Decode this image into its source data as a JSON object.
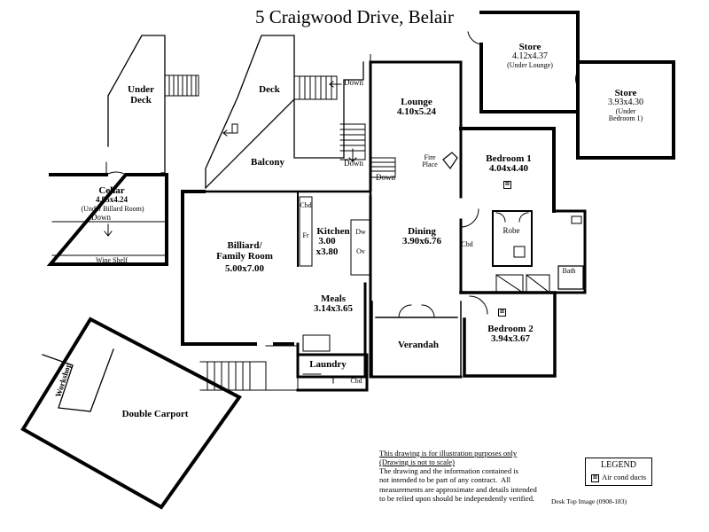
{
  "title": "5 Craigwood Drive, Belair",
  "rooms": {
    "under_deck": {
      "name": "Under\nDeck"
    },
    "deck": {
      "name": "Deck"
    },
    "balcony": {
      "name": "Balcony"
    },
    "cellar": {
      "name": "Cellar",
      "dims": "4.95x4.24",
      "note": "(Under Billard Room)"
    },
    "wine_shelf": "Wine Shelf",
    "lounge": {
      "name": "Lounge",
      "dims": "4.10x5.24"
    },
    "fire_place": "Fire\nPlace",
    "store1": {
      "name": "Store",
      "dims": "4.12x4.37",
      "note": "(Under Lounge)"
    },
    "store2": {
      "name": "Store",
      "dims": "3.93x4.30",
      "note": "(Under\nBedroom 1)"
    },
    "bedroom1": {
      "name": "Bedroom 1",
      "dims": "4.04x4.40"
    },
    "robe": "Robe",
    "bath": "Bath",
    "billiard": {
      "name": "Billiard/\nFamily Room",
      "dims": "5.00x7.00"
    },
    "kitchen": {
      "name": "Kitchen",
      "dims": "3.00\nx3.80"
    },
    "dining": {
      "name": "Dining",
      "dims": "3.90x6.76"
    },
    "meals": {
      "name": "Meals",
      "dims": "3.14x3.65"
    },
    "bedroom2": {
      "name": "Bedroom 2",
      "dims": "3.94x3.67"
    },
    "verandah": {
      "name": "Verandah"
    },
    "laundry": {
      "name": "Laundry"
    },
    "workshop": {
      "name": "Workshop"
    },
    "carport": {
      "name": "Double Carport"
    }
  },
  "fixtures": {
    "cbd": "Cbd",
    "dw": "Dw",
    "ov": "Ov",
    "fr": "Fr",
    "down": "Down"
  },
  "disclaimer": {
    "line1": "This drawing is for illustration purposes only",
    "line2": "(Drawing is not to scale)",
    "body": "The drawing and the information contained is\nnot intended to be part of any contract.  All\nmeasurements are approximate and details intended\nto be relied upon should be independently verified."
  },
  "legend": {
    "title": "LEGEND",
    "symbol": "⊠",
    "item": "Air cond ducts"
  },
  "image_code": "Desk Top Image  (0908-183)"
}
